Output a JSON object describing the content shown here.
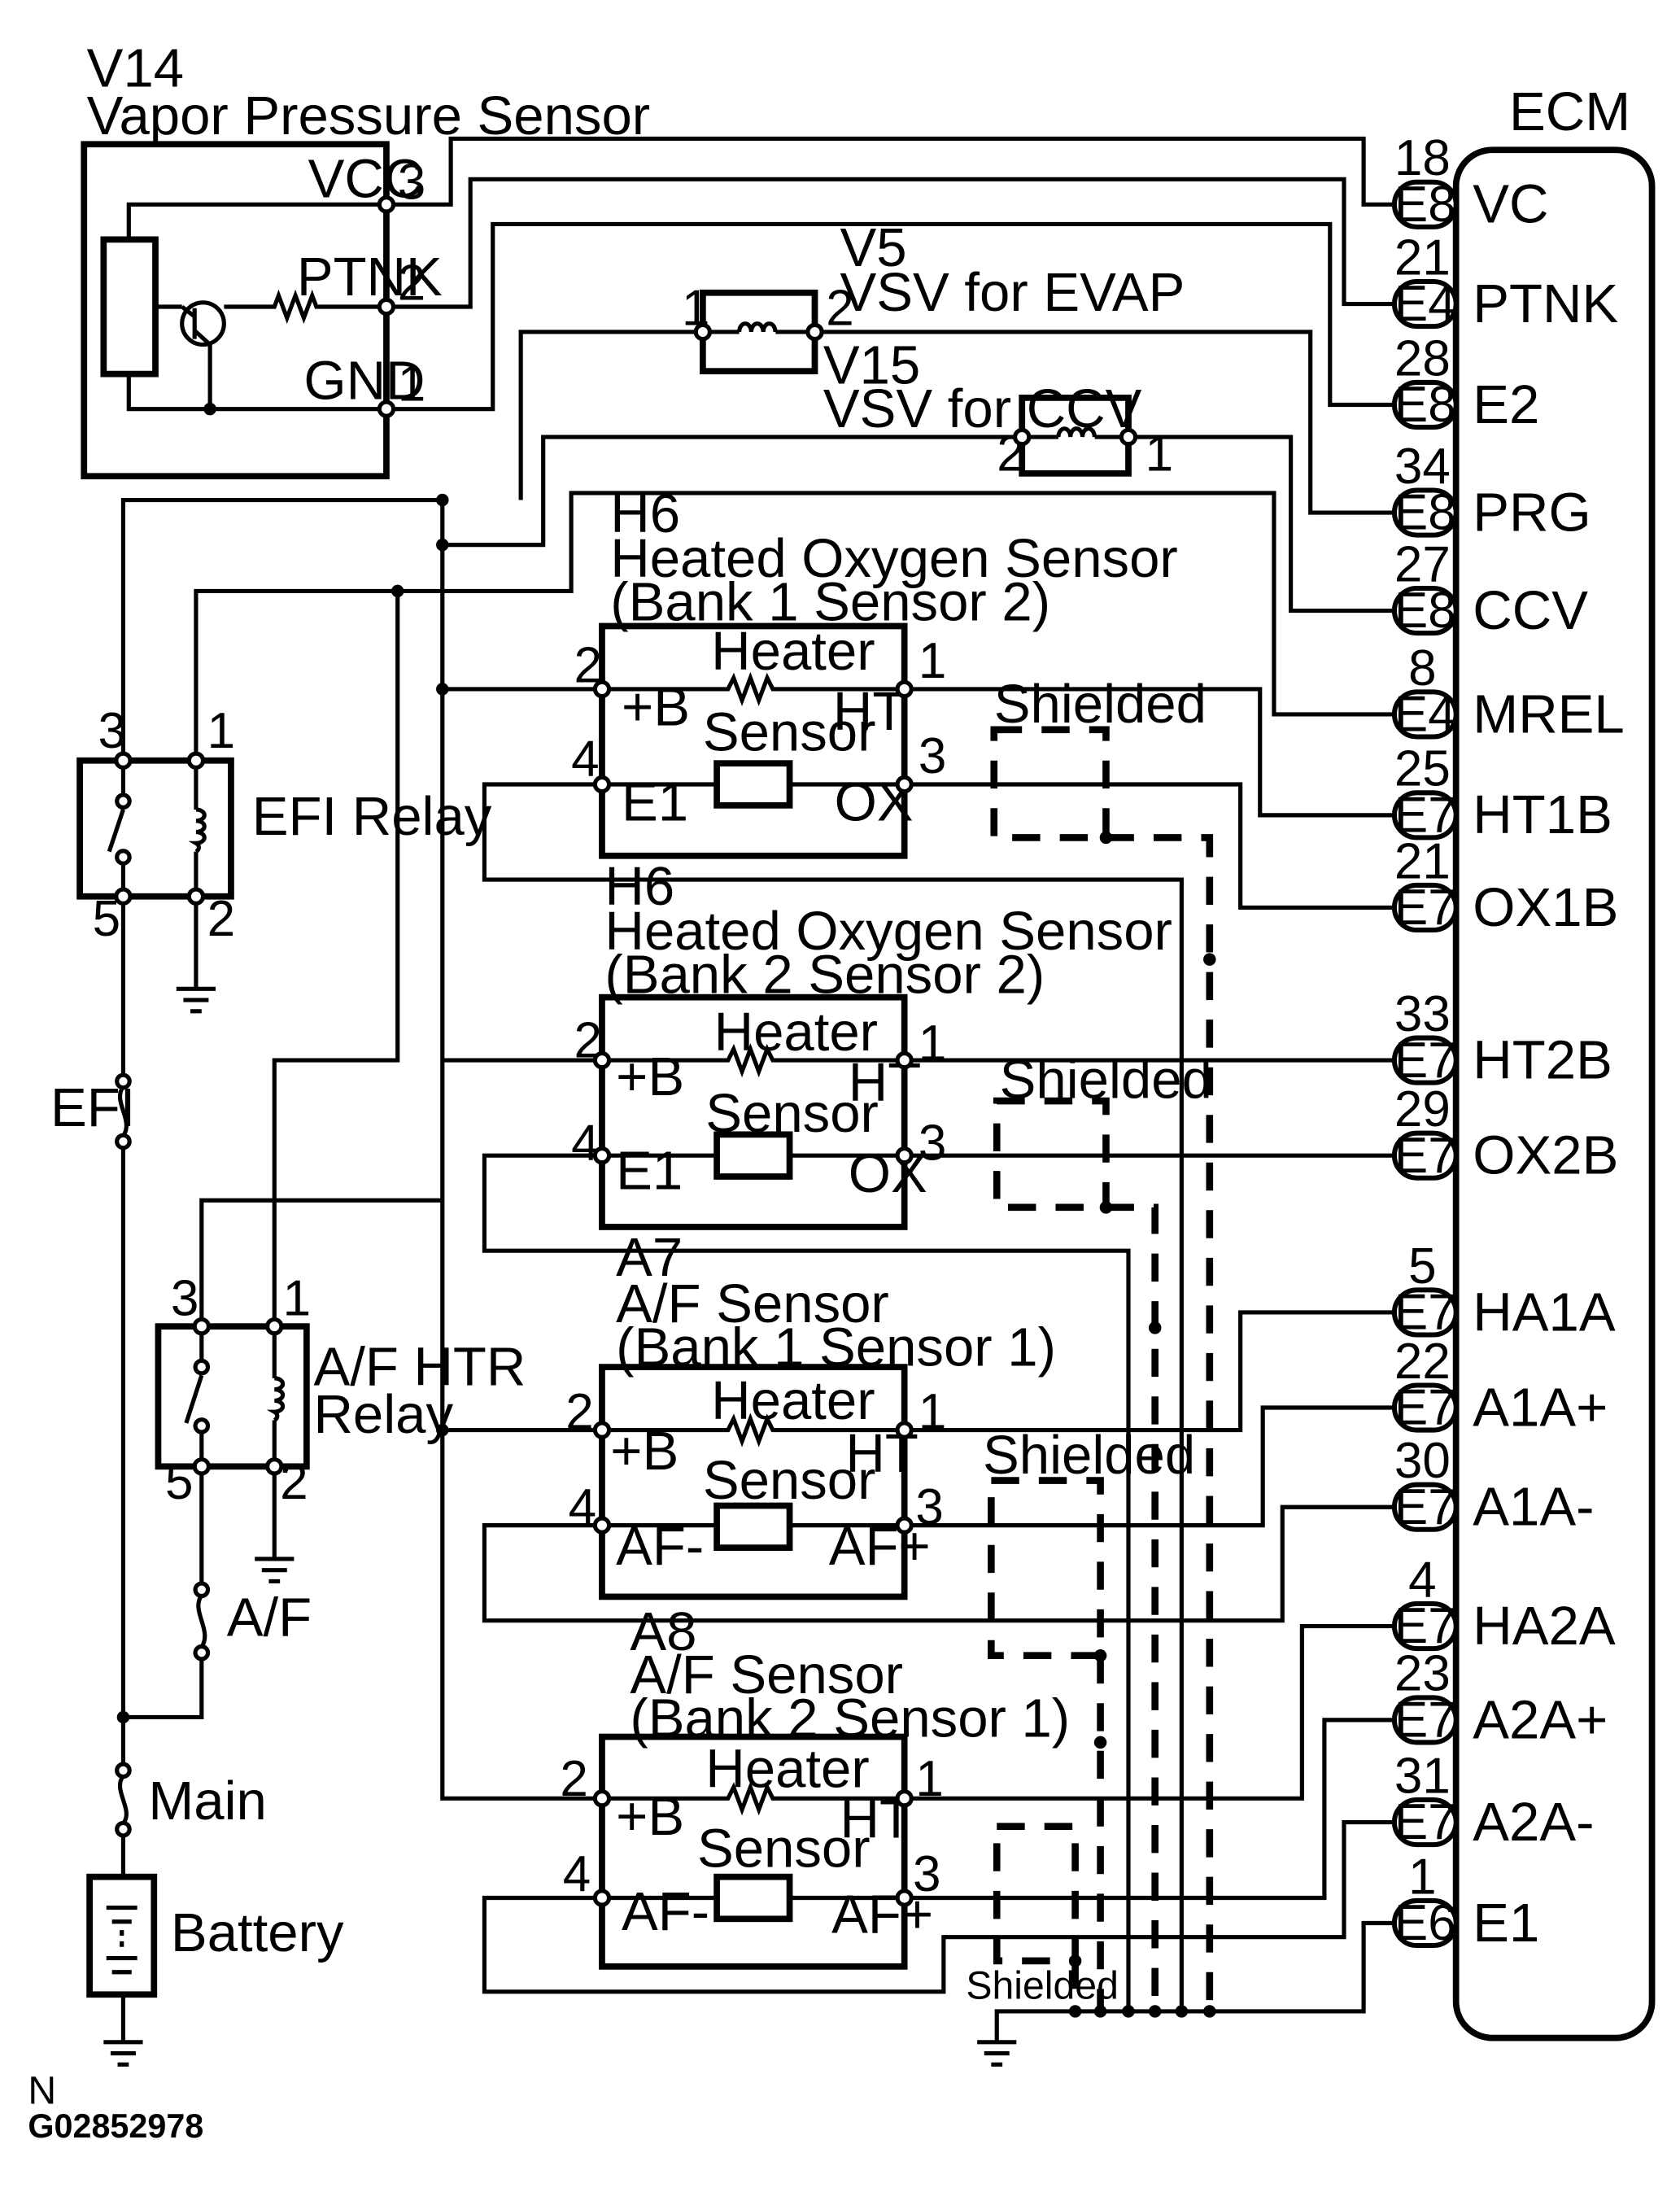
{
  "vapor_sensor": {
    "code": "V14",
    "name": "Vapor Pressure Sensor",
    "vcc": "VCC",
    "ptnk": "PTNK",
    "gnd": "GND",
    "pin_vcc": "3",
    "pin_ptnk": "2",
    "pin_gnd": "1"
  },
  "vsv_evap": {
    "code": "V5",
    "name": "VSV for EVAP",
    "pin_a": "1",
    "pin_b": "2"
  },
  "vsv_ccv": {
    "code": "V15",
    "name": "VSV for CCV",
    "pin_a": "2",
    "pin_b": "1"
  },
  "ecm": {
    "title": "ECM",
    "pins": [
      {
        "num": "18",
        "conn": "E8",
        "name": "VC"
      },
      {
        "num": "21",
        "conn": "E4",
        "name": "PTNK"
      },
      {
        "num": "28",
        "conn": "E8",
        "name": "E2"
      },
      {
        "num": "34",
        "conn": "E8",
        "name": "PRG"
      },
      {
        "num": "27",
        "conn": "E8",
        "name": "CCV"
      },
      {
        "num": "8",
        "conn": "E4",
        "name": "MREL"
      },
      {
        "num": "25",
        "conn": "E7",
        "name": "HT1B"
      },
      {
        "num": "21",
        "conn": "E7",
        "name": "OX1B"
      },
      {
        "num": "33",
        "conn": "E7",
        "name": "HT2B"
      },
      {
        "num": "29",
        "conn": "E7",
        "name": "OX2B"
      },
      {
        "num": "5",
        "conn": "E7",
        "name": "HA1A"
      },
      {
        "num": "22",
        "conn": "E7",
        "name": "A1A+"
      },
      {
        "num": "30",
        "conn": "E7",
        "name": "A1A-"
      },
      {
        "num": "4",
        "conn": "E7",
        "name": "HA2A"
      },
      {
        "num": "23",
        "conn": "E7",
        "name": "A2A+"
      },
      {
        "num": "31",
        "conn": "E7",
        "name": "A2A-"
      },
      {
        "num": "1",
        "conn": "E6",
        "name": "E1"
      }
    ]
  },
  "sensors": [
    {
      "code": "H6",
      "name": "Heated Oxygen Sensor",
      "sub": "(Bank 1 Sensor 2)",
      "heater": "Heater",
      "sensor": "Sensor",
      "tl": "+B",
      "tr": "HT",
      "bl": "E1",
      "br": "OX",
      "p_tl": "2",
      "p_tr": "1",
      "p_bl": "4",
      "p_br": "3"
    },
    {
      "code": "H6",
      "name": "Heated Oxygen Sensor",
      "sub": "(Bank 2 Sensor 2)",
      "heater": "Heater",
      "sensor": "Sensor",
      "tl": "+B",
      "tr": "HT",
      "bl": "E1",
      "br": "OX",
      "p_tl": "2",
      "p_tr": "1",
      "p_bl": "4",
      "p_br": "3"
    },
    {
      "code": "A7",
      "name": "A/F Sensor",
      "sub": "(Bank 1 Sensor 1)",
      "heater": "Heater",
      "sensor": "Sensor",
      "tl": "+B",
      "tr": "HT",
      "bl": "AF-",
      "br": "AF+",
      "p_tl": "2",
      "p_tr": "1",
      "p_bl": "4",
      "p_br": "3"
    },
    {
      "code": "A8",
      "name": "A/F Sensor",
      "sub": "(Bank 2 Sensor 1)",
      "heater": "Heater",
      "sensor": "Sensor",
      "tl": "+B",
      "tr": "HT",
      "bl": "AF-",
      "br": "AF+",
      "p_tl": "2",
      "p_tr": "1",
      "p_bl": "4",
      "p_br": "3"
    }
  ],
  "shield_label": "Shielded",
  "efi_relay": {
    "name": "EFI Relay",
    "p3": "3",
    "p1": "1",
    "p5": "5",
    "p2": "2"
  },
  "af_relay": {
    "name1": "A/F HTR",
    "name2": "Relay",
    "p3": "3",
    "p1": "1",
    "p5": "5",
    "p2": "2"
  },
  "fuses": {
    "efi": "EFI",
    "af": "A/F",
    "main": "Main"
  },
  "battery": "Battery",
  "footer": {
    "n": "N",
    "code": "G02852978"
  },
  "colors": {
    "line": "#000000",
    "background": "#ffffff"
  }
}
